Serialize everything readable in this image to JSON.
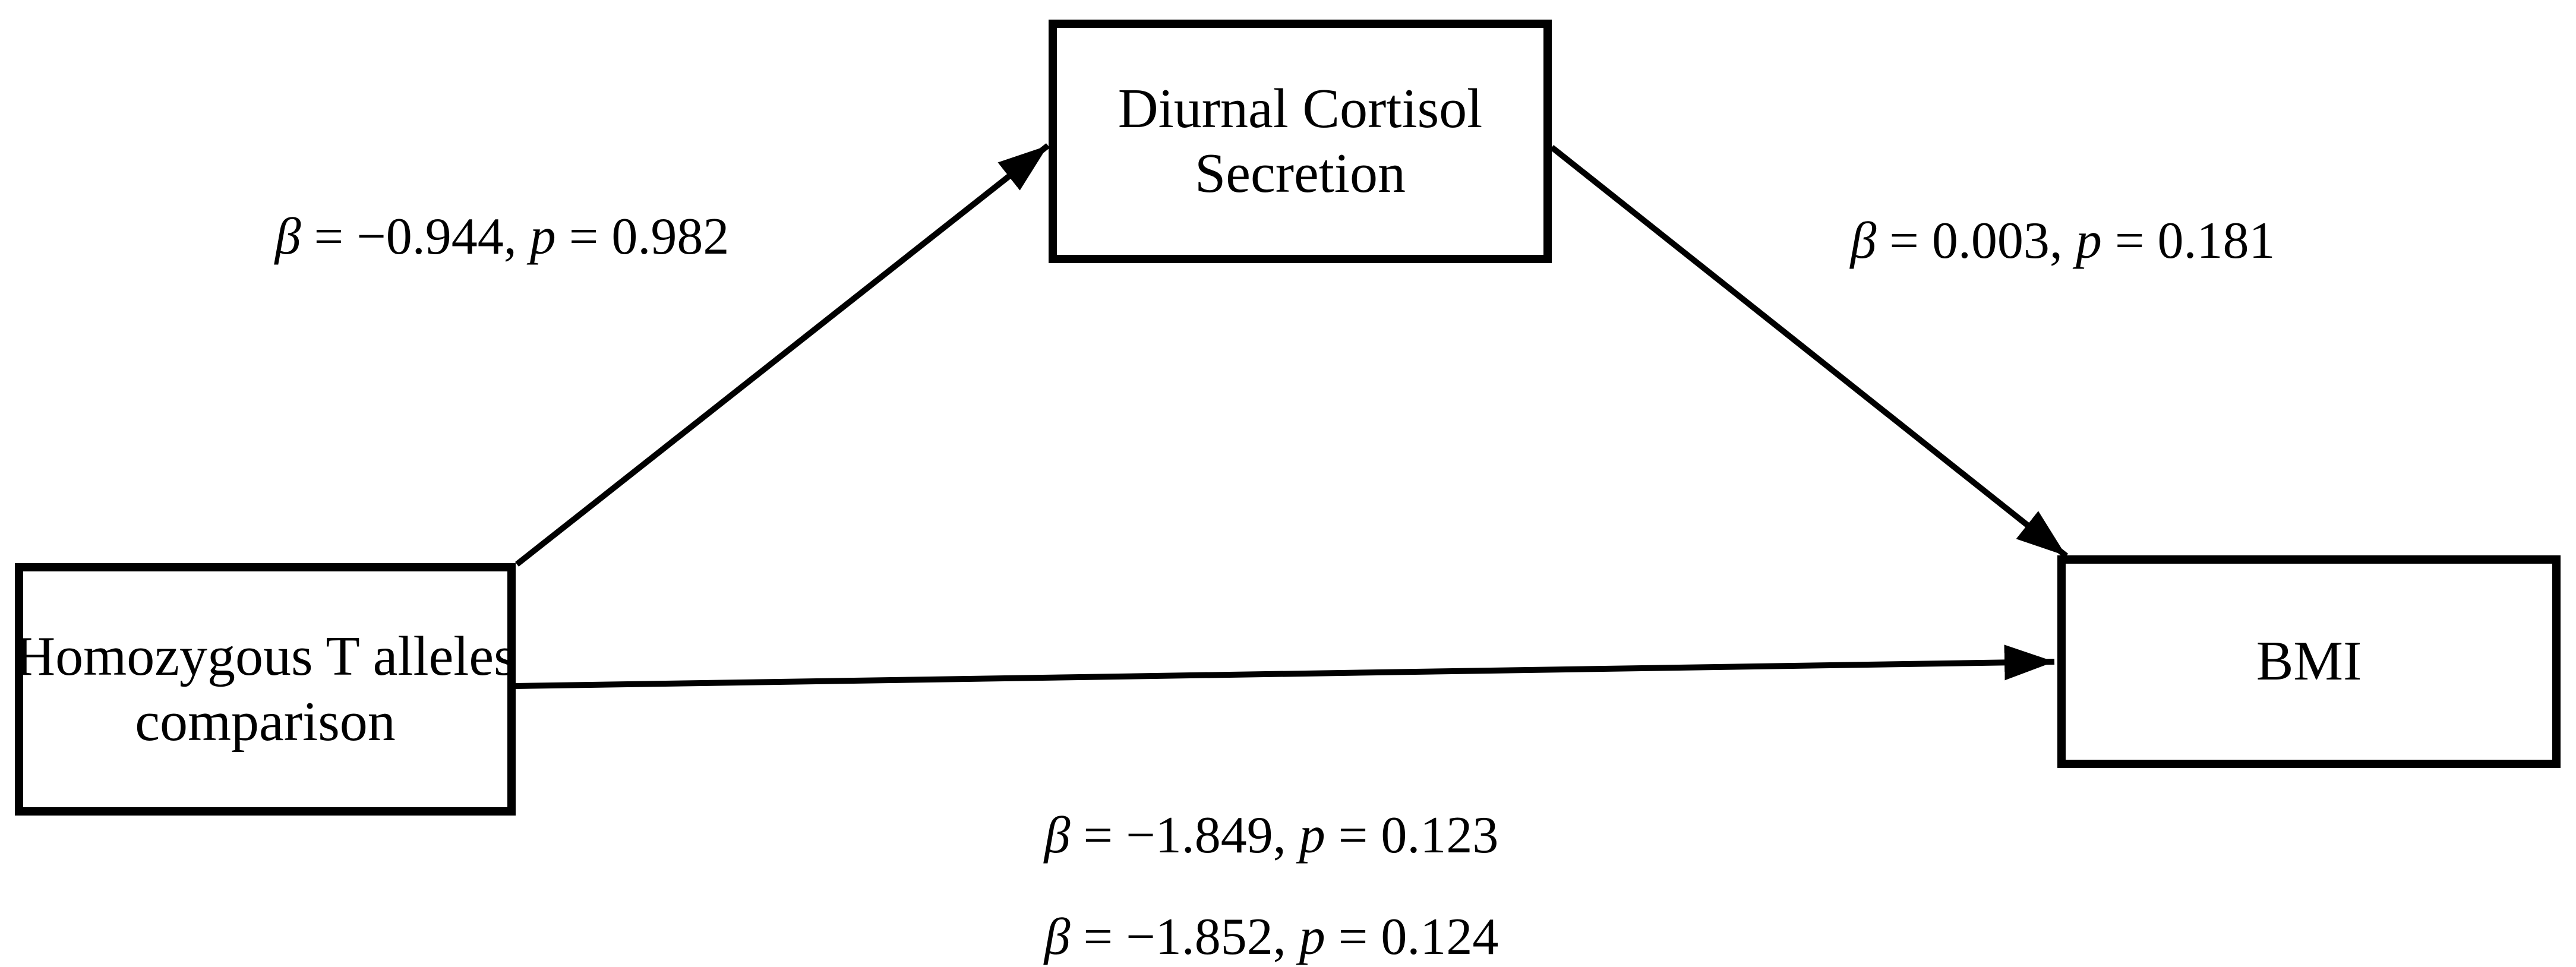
{
  "figure": {
    "colors": {
      "line": "#000000",
      "text": "#000000",
      "background": "#ffffff"
    }
  },
  "nodes": {
    "predictor": {
      "line1": "Homozygous T alleles",
      "line2": "comparison"
    },
    "mediator": {
      "line1": "Diurnal Cortisol",
      "line2": "Secretion"
    },
    "outcome": {
      "label": "BMI"
    }
  },
  "paths": {
    "predictor_to_mediator": {
      "beta_sym": "β",
      "beta_val": " = −0.944, ",
      "p_sym": "p",
      "p_val": " = 0.982"
    },
    "mediator_to_outcome": {
      "beta_sym": "β",
      "beta_val": " = 0.003, ",
      "p_sym": "p",
      "p_val": " = 0.181"
    },
    "predictor_to_outcome_line1": {
      "beta_sym": "β",
      "beta_val": " = −1.849, ",
      "p_sym": "p",
      "p_val": " = 0.123"
    },
    "predictor_to_outcome_line2": {
      "beta_sym": "β",
      "beta_val": " = −1.852, ",
      "p_sym": "p",
      "p_val": " = 0.124"
    }
  }
}
